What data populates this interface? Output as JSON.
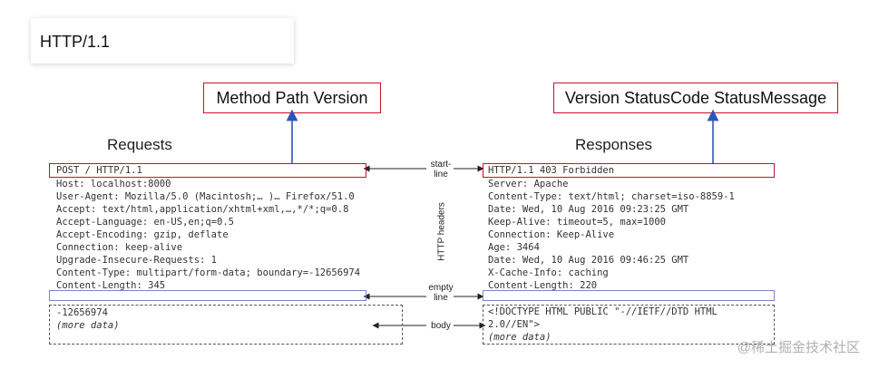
{
  "card": {
    "title": "HTTP/1.1"
  },
  "request_box": {
    "label": "Method Path Version"
  },
  "response_box": {
    "label": "Version StatusCode StatusMessage"
  },
  "headings": {
    "requests": "Requests",
    "responses": "Responses"
  },
  "labels": {
    "start_line": [
      "start-",
      "line"
    ],
    "http_headers": "HTTP headers",
    "empty_line": [
      "empty",
      "line"
    ],
    "body": "body"
  },
  "request": {
    "start_line": "POST / HTTP/1.1",
    "headers": [
      "Host: localhost:8000",
      "User-Agent: Mozilla/5.0 (Macintosh;… )… Firefox/51.0",
      "Accept: text/html,application/xhtml+xml,…,*/*;q=0.8",
      "Accept-Language: en-US,en;q=0.5",
      "Accept-Encoding: gzip, deflate",
      "Connection: keep-alive",
      "Upgrade-Insecure-Requests: 1",
      "Content-Type: multipart/form-data; boundary=-12656974",
      "Content-Length: 345"
    ],
    "body": [
      "-12656974",
      "(more data)"
    ]
  },
  "response": {
    "start_line": "HTTP/1.1 403 Forbidden",
    "headers": [
      "Server: Apache",
      "Content-Type: text/html; charset=iso-8859-1",
      "Date: Wed, 10 Aug 2016 09:23:25 GMT",
      "Keep-Alive: timeout=5, max=1000",
      "Connection: Keep-Alive",
      "Age: 3464",
      "Date: Wed, 10 Aug 2016 09:46:25 GMT",
      "X-Cache-Info: caching",
      "Content-Length: 220"
    ],
    "body": [
      "<!DOCTYPE HTML PUBLIC \"-//IETF//DTD HTML",
      "2.0//EN\">",
      "(more data)"
    ]
  },
  "watermark": "@稀土掘金技术社区",
  "colors": {
    "box_border": "#c8102e",
    "arrow": "#2a56b8",
    "empty_line_border": "#7a86c8"
  }
}
